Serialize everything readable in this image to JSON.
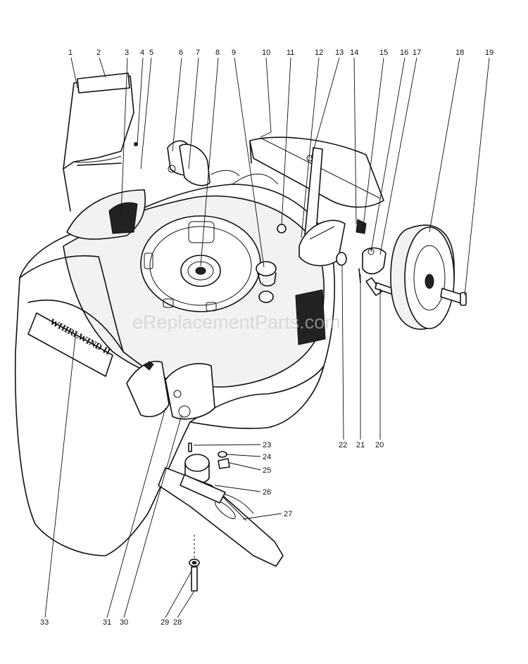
{
  "diagram": {
    "callouts": [
      "1",
      "2",
      "3",
      "4",
      "5",
      "6",
      "7",
      "8",
      "9",
      "10",
      "11",
      "12",
      "13",
      "14",
      "15",
      "16",
      "17",
      "18",
      "19",
      "20",
      "21",
      "22",
      "23",
      "24",
      "25",
      "26",
      "27",
      "28",
      "29",
      "30",
      "31",
      "33"
    ],
    "brand_decal": "WHIRLWIND II",
    "watermark": "eReplacementParts.com",
    "colors": {
      "ink": "#111111",
      "paper": "#ffffff",
      "watermark": "#c8c8c8"
    }
  }
}
